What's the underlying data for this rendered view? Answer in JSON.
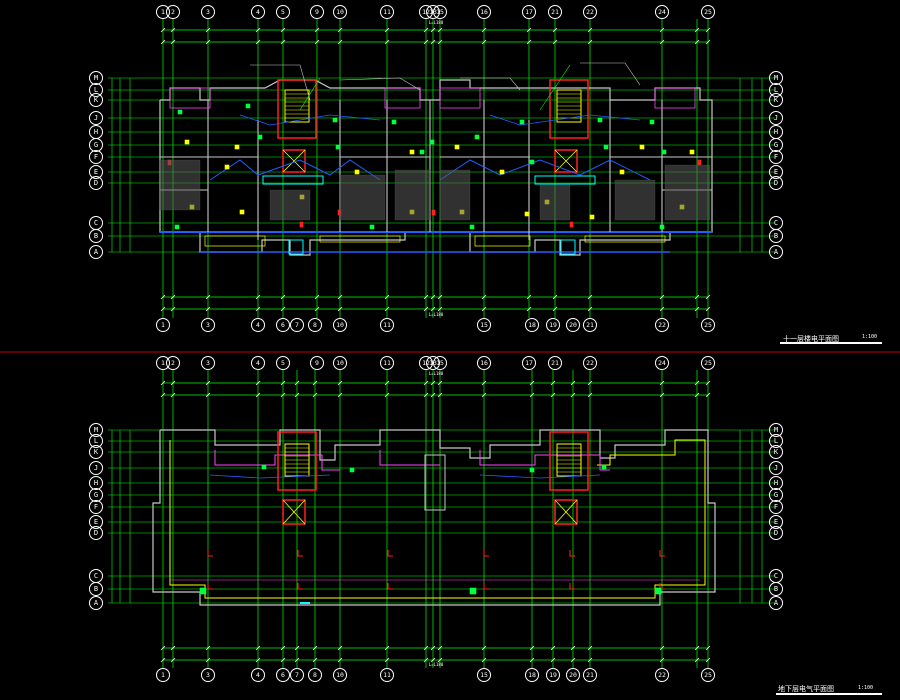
{
  "drawing": {
    "top_plan": {
      "title": "十一层楼电平面图",
      "scale": "1:100",
      "total_dim": "L=L180"
    },
    "bottom_plan": {
      "title": "地下层电气平面图",
      "scale": "1:100",
      "total_dim": "L=L180"
    }
  },
  "axes": {
    "top_row": [
      "1",
      "2",
      "3",
      "4",
      "5",
      "9",
      "10",
      "11",
      "12",
      "13",
      "15",
      "16",
      "17",
      "21",
      "22",
      "24",
      "25"
    ],
    "bottom_row": [
      "1",
      "3",
      "4",
      "6",
      "7",
      "8",
      "10",
      "11",
      "15",
      "18",
      "19",
      "20",
      "21",
      "22",
      "25"
    ],
    "side": [
      "M",
      "L",
      "K",
      "J",
      "H",
      "G",
      "F",
      "E",
      "D",
      "C",
      "B",
      "A"
    ]
  },
  "colors": {
    "grid": "#00ff00",
    "wall": "#c8c8c8",
    "red": "#ff2020",
    "blue": "#2060ff",
    "yellow": "#ffff00",
    "magenta": "#ff40ff",
    "cyan": "#00ffff",
    "separator": "#ff0000"
  }
}
